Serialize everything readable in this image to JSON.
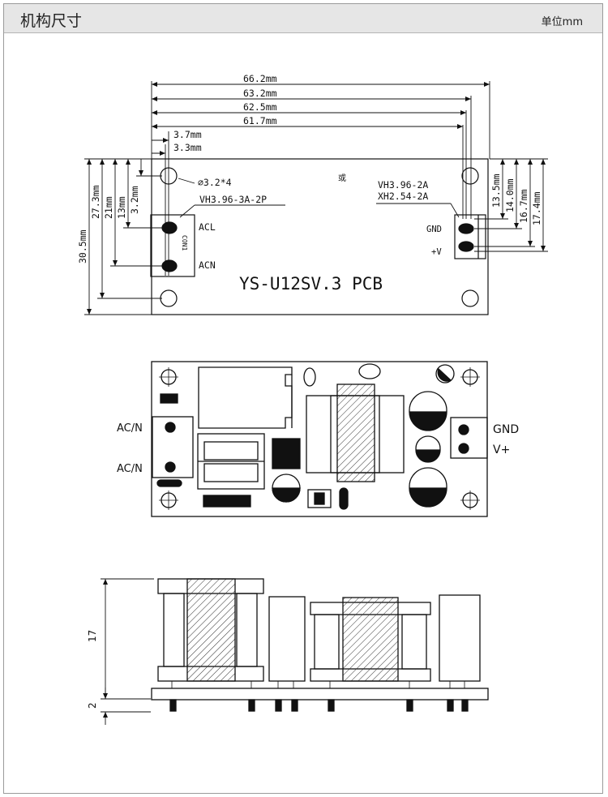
{
  "header": {
    "title": "机构尺寸",
    "unit": "单位mm"
  },
  "top_view": {
    "dims_horizontal": [
      "66.2mm",
      "63.2mm",
      "62.5mm",
      "61.7mm",
      "3.7mm",
      "3.3mm"
    ],
    "dims_left_vertical": [
      "30.5mm",
      "27.3mm",
      "21mm",
      "13mm",
      "3.2mm"
    ],
    "dims_right_vertical": [
      "13.5mm",
      "14.0mm",
      "16.7mm",
      "17.4mm"
    ],
    "hole_note": "⌀3.2*4",
    "input_connector": "VH3.96-3A-2P",
    "or_text": "或",
    "output_connector_1": "VH3.96-2A",
    "output_connector_2": "XH2.54-2A",
    "pin_acl": "ACL",
    "pin_acn": "ACN",
    "con_label": "CON1",
    "pin_gnd": "GND",
    "pin_v": "+V",
    "board_name": "YS-U12SV.3 PCB"
  },
  "component_view": {
    "input_1": "AC/N",
    "input_2": "AC/N",
    "output_gnd": "GND",
    "output_v": "V+"
  },
  "side_view": {
    "height_main": "17",
    "height_pins": "2"
  }
}
